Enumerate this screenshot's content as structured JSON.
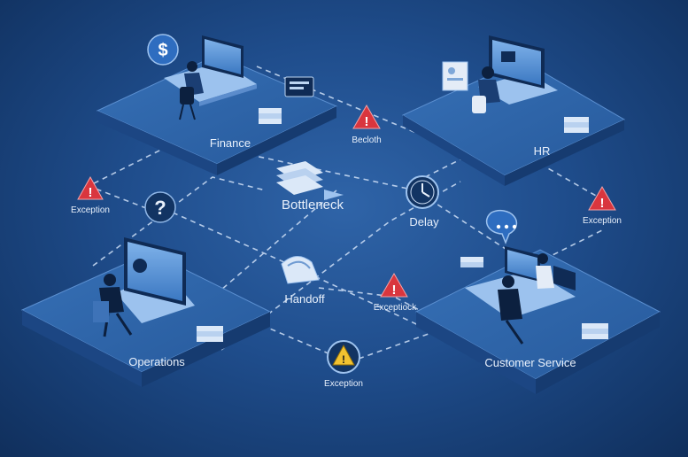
{
  "departments": {
    "finance": "Finance",
    "hr": "HR",
    "operations": "Operations",
    "customer_service": "Customer Service"
  },
  "flow_labels": {
    "bottleneck": "Bottleneck",
    "delay": "Delay",
    "handoff": "Handoff"
  },
  "alerts": {
    "left": "Exception",
    "right": "Exception",
    "top_center": "Becloth",
    "middle": "Exceptiock",
    "bottom": "Exception"
  },
  "icons": [
    "dollar-icon",
    "question-icon",
    "clock-icon",
    "warning-icon",
    "chat-icon"
  ],
  "colors": {
    "background": "#1f4d8c",
    "platform_top": "#2d62a6",
    "alert_red": "#d9363e",
    "warning_yellow": "#f2c230",
    "path_dash": "#cfe0f7"
  }
}
